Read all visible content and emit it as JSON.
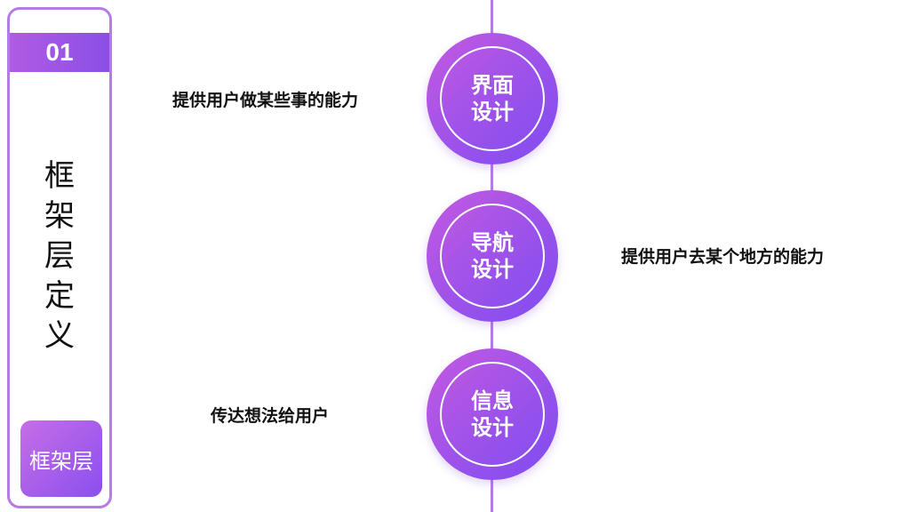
{
  "side": {
    "number": "01",
    "title_chars": [
      "框",
      "架",
      "层",
      "定",
      "义"
    ],
    "badge": "框架层"
  },
  "nodes": [
    {
      "line1": "界面",
      "line2": "设计",
      "description": "提供用户做某些事的能力"
    },
    {
      "line1": "导航",
      "line2": "设计",
      "description": "提供用户去某个地方的能力"
    },
    {
      "line1": "信息",
      "line2": "设计",
      "description": "传达想法给用户"
    }
  ],
  "colors": {
    "accent_purple": "#9b52ea",
    "accent_pink": "#c559e1",
    "border": "#b57be6"
  }
}
